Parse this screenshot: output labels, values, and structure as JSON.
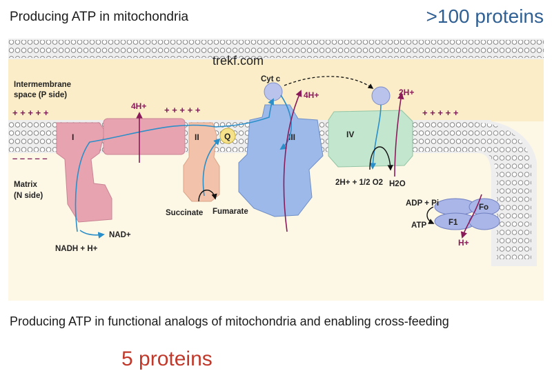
{
  "header": {
    "title": "Producing ATP in mitochondria",
    "protein_count": ">100 proteins"
  },
  "diagram": {
    "watermark": "trekf.com",
    "regions": {
      "intermembrane": "Intermembrane",
      "intermembrane_sub": "space (P side)",
      "matrix": "Matrix",
      "matrix_sub": "(N side)"
    },
    "complexes": {
      "c1": "I",
      "c2": "II",
      "c3": "III",
      "c4": "IV",
      "q": "Q",
      "cytc": "Cyt c",
      "fo": "Fo",
      "f1": "F1"
    },
    "molecules": {
      "h1": "4H+",
      "h3": "4H+",
      "h4": "2H+",
      "nad": "NAD+",
      "nadh": "NADH + H+",
      "succinate": "Succinate",
      "fumarate": "Fumarate",
      "o2": "2H+ + 1/2 O2",
      "h2o": "H2O",
      "adp": "ADP + Pi",
      "atp": "ATP",
      "h_atp": "H+"
    },
    "signs": {
      "plus_row": "+ + + + +",
      "minus_row": "– – – – –"
    }
  },
  "footer": {
    "title": "Producing ATP in functional analogs of mitochondria and enabling cross-feeding",
    "protein_count": "5 proteins"
  }
}
